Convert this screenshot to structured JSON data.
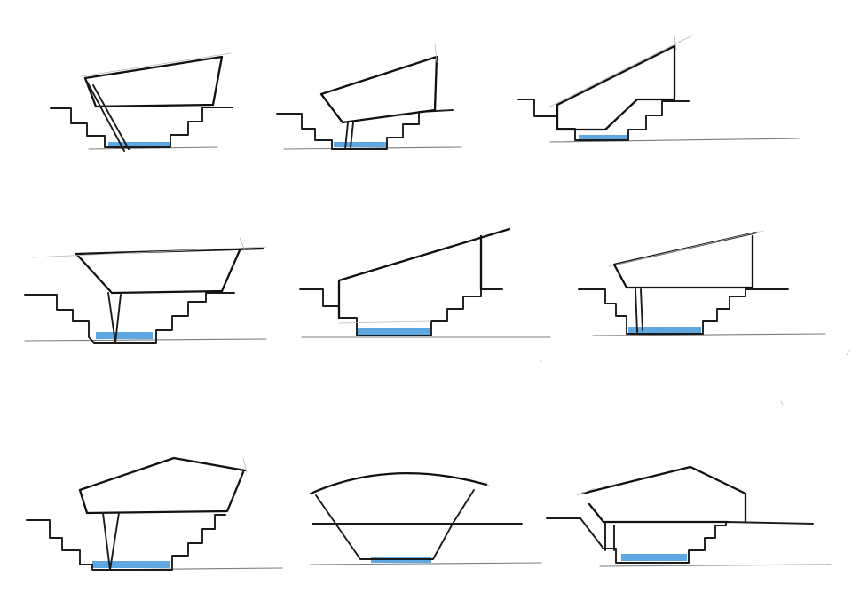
{
  "sheet": {
    "background": "#ffffff",
    "ink_color": "#1b1b1b",
    "water_color": "#4f9fe0"
  },
  "sketches": [
    {
      "row": 1,
      "col": 1,
      "shape": "trapezoid roof canopy over stepped pit with sloped strut"
    },
    {
      "row": 1,
      "col": 2,
      "shape": "sloped roof canopy over stepped pit with single strut"
    },
    {
      "row": 1,
      "col": 3,
      "shape": "sloped roof volume with ramp, small basin"
    },
    {
      "row": 2,
      "col": 1,
      "shape": "inverted trapezoid canopy over stepped pit with V strut"
    },
    {
      "row": 2,
      "col": 2,
      "shape": "mono-pitch roof volume over stepped pit"
    },
    {
      "row": 2,
      "col": 3,
      "shape": "sloped canopy over stepped pit with strut"
    },
    {
      "row": 3,
      "col": 1,
      "shape": "gabled canopy over stepped pit with V strut"
    },
    {
      "row": 3,
      "col": 2,
      "shape": "arched canopy over sloped basin"
    },
    {
      "row": 3,
      "col": 3,
      "shape": "asymmetric gable volume over stepped pit"
    }
  ]
}
